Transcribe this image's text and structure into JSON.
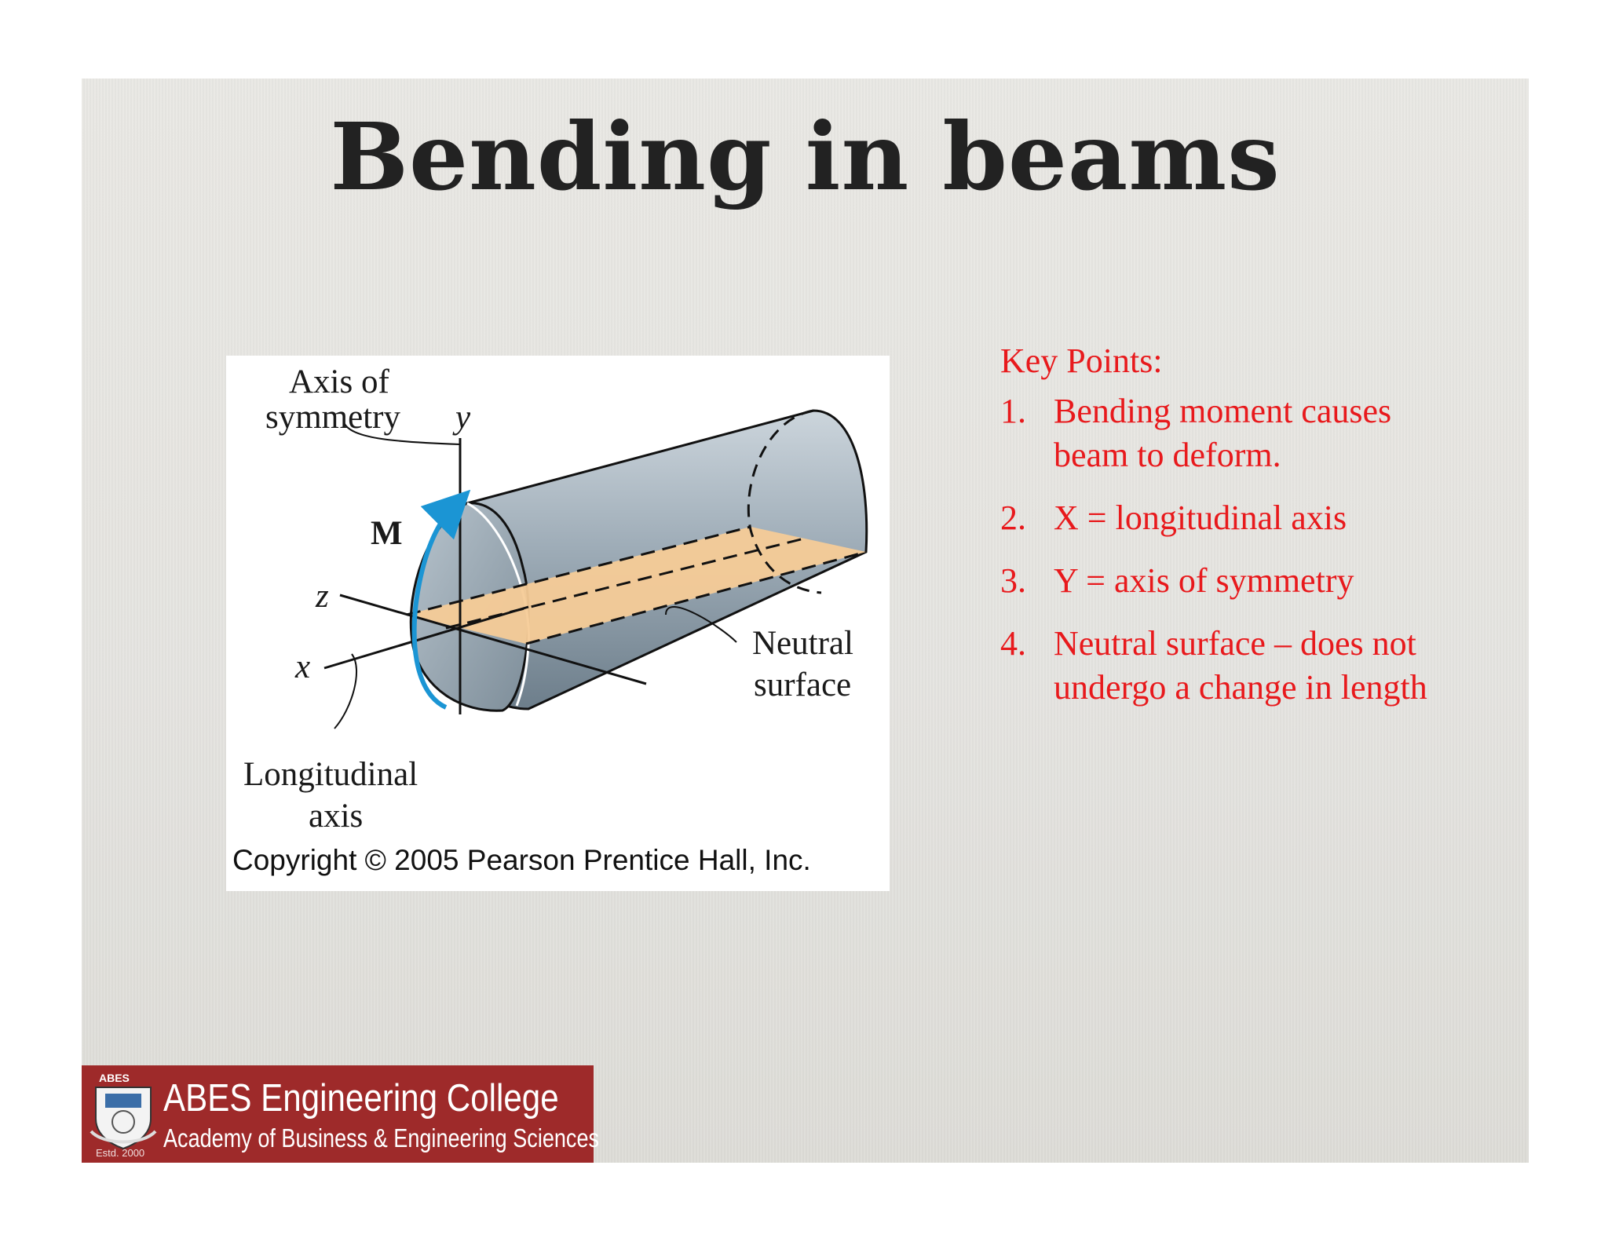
{
  "slide": {
    "title": "Bending in beams"
  },
  "figure": {
    "labels": {
      "axis_of": "Axis of",
      "symmetry": "symmetry",
      "y": "y",
      "moment": "M",
      "z": "z",
      "x": "x",
      "neutral": "Neutral",
      "surface": "surface",
      "longitudinal": "Longitudinal",
      "axis": "axis"
    },
    "copyright": "Copyright © 2005 Pearson Prentice Hall, Inc."
  },
  "key_points": {
    "heading": "Key Points:",
    "items": [
      {
        "number": "1.",
        "text": "Bending moment causes beam to deform."
      },
      {
        "number": "2.",
        "text": "X = longitudinal axis"
      },
      {
        "number": "3.",
        "text": "Y = axis of symmetry"
      },
      {
        "number": "4.",
        "text": "Neutral surface – does not undergo a change in length"
      }
    ]
  },
  "footer": {
    "logo_text": "ABES",
    "established": "Estd. 2000",
    "college_name": "ABES Engineering College",
    "college_subtitle": "Academy of Business & Engineering Sciences"
  },
  "colors": {
    "key_points_text": "#e8191c",
    "footer_background": "#9e2a2a",
    "neutral_surface_fill": "#f6cb97",
    "moment_arrow": "#1b95d4"
  }
}
